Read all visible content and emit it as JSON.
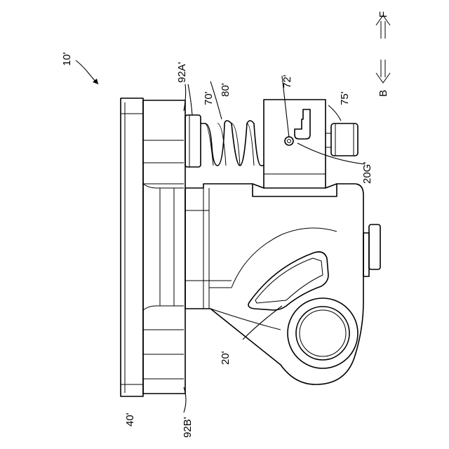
{
  "labels": {
    "assembly": "10'",
    "mount_a": "92A'",
    "mount_b": "92B'",
    "washer": "70'",
    "spring": "80'",
    "pin": "72'",
    "cap": "75'",
    "groove": "20G'",
    "body": "20'",
    "base": "40'"
  },
  "direction": {
    "forward": "F",
    "backward": "B"
  }
}
